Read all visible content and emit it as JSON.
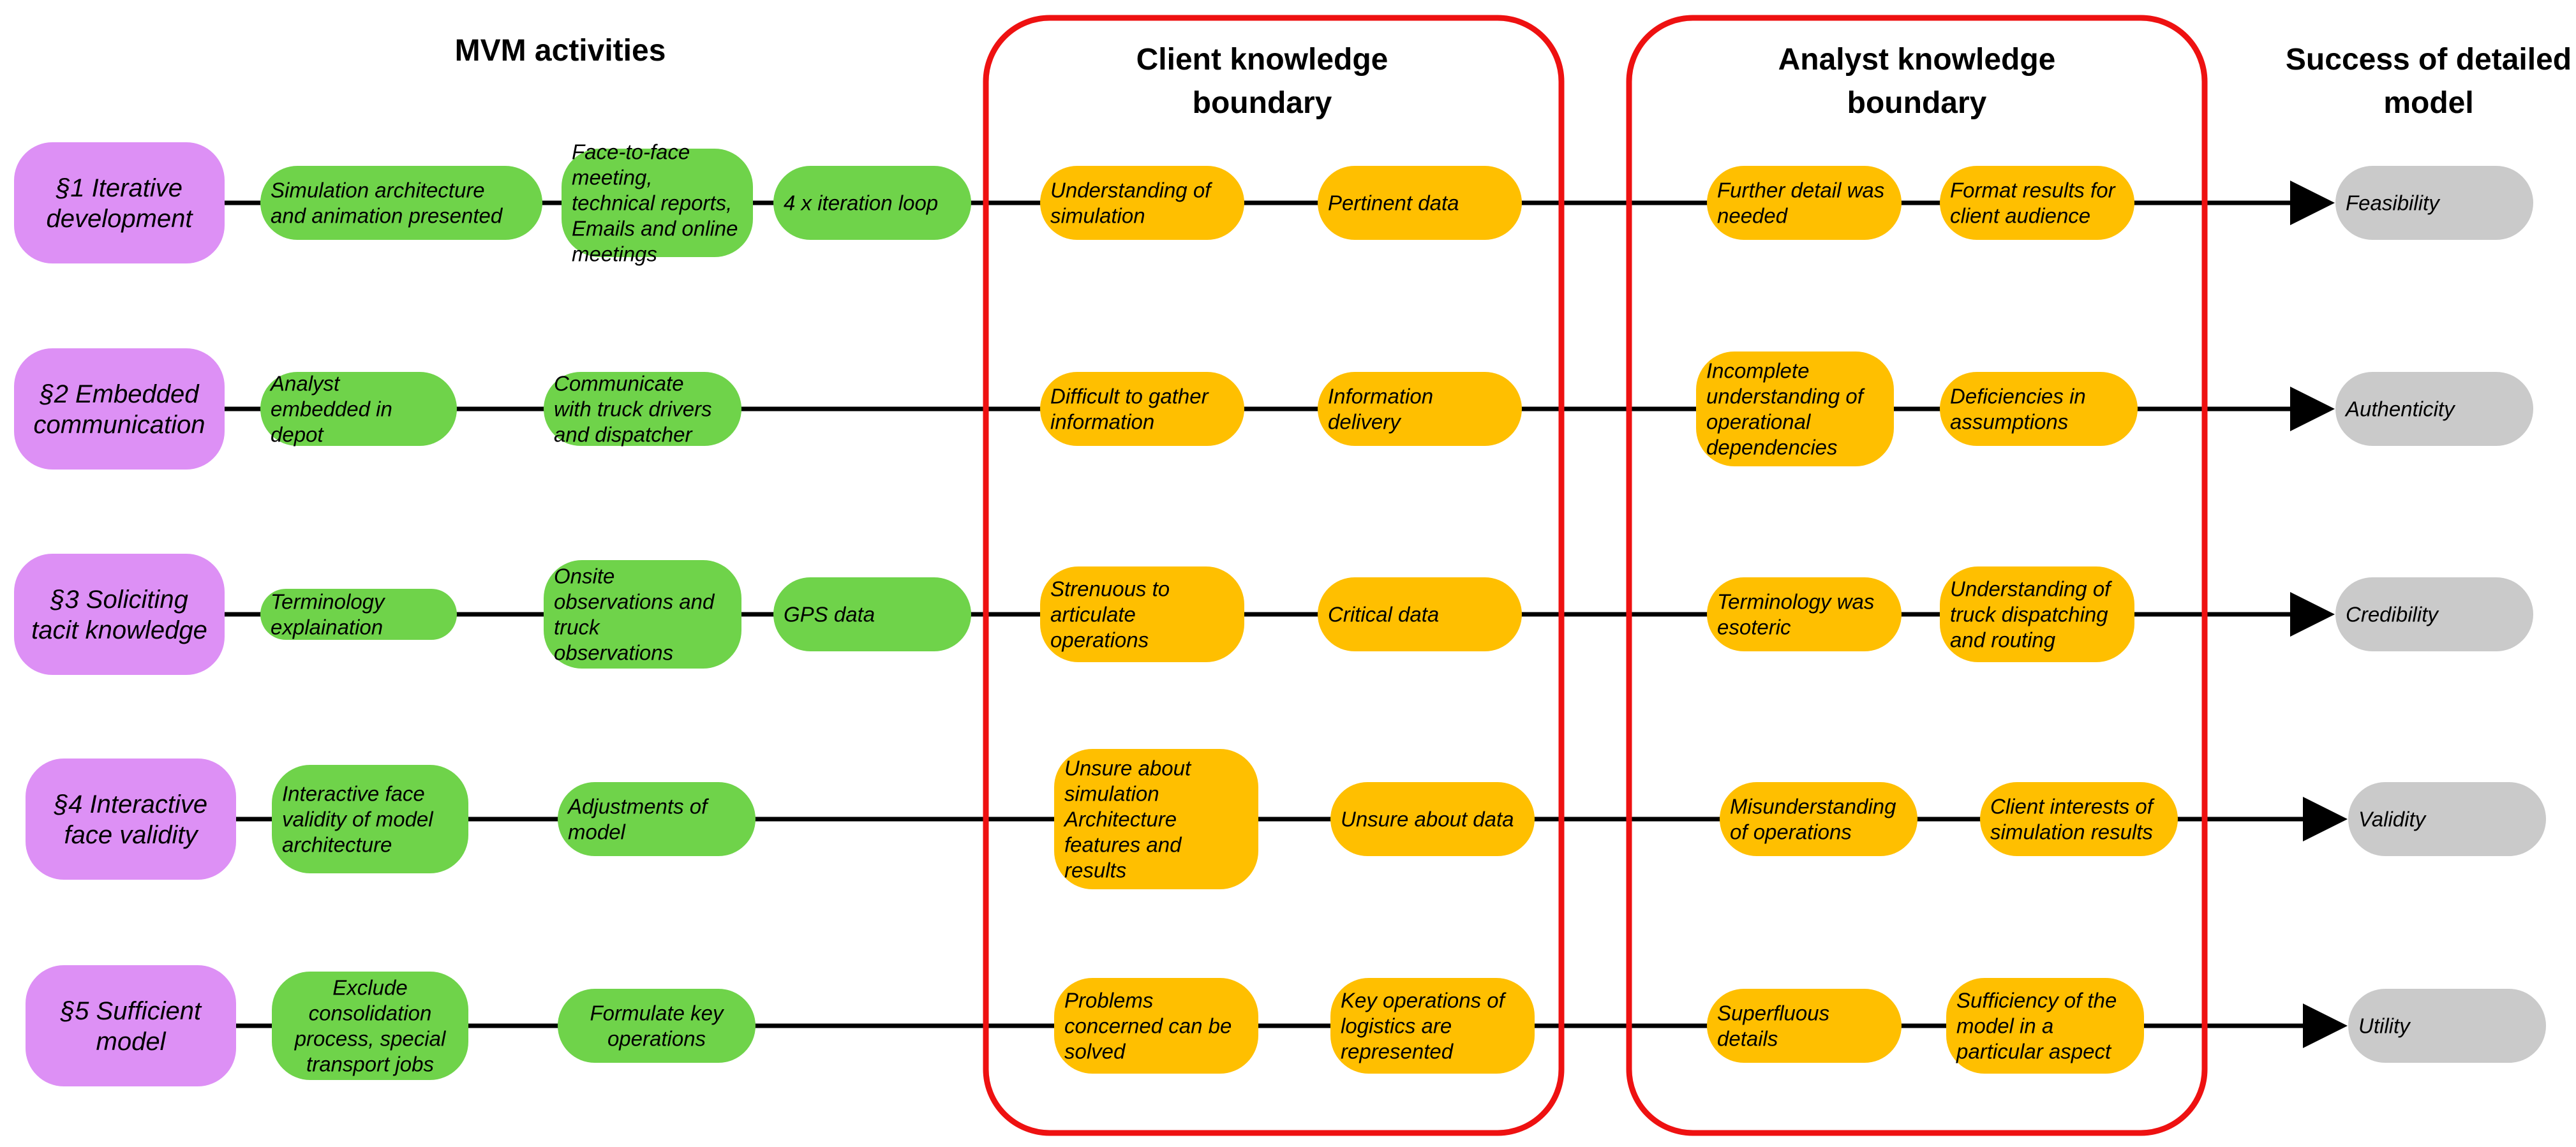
{
  "headers": {
    "mvm": "MVM activities",
    "client": [
      "Client knowledge",
      "boundary"
    ],
    "analyst": [
      "Analyst knowledge",
      "boundary"
    ],
    "success": [
      "Success of detailed",
      "model"
    ]
  },
  "rows": [
    {
      "label": [
        "§1 Iterative",
        "development"
      ],
      "activities": [
        [
          "Simulation architecture",
          "and animation presented"
        ],
        [
          "Face-to-face",
          "meeting,",
          "technical reports,",
          "Emails and online",
          "meetings"
        ],
        [
          "4 x iteration loop"
        ]
      ],
      "client": [
        [
          "Understanding of",
          "simulation"
        ],
        [
          "Pertinent data"
        ]
      ],
      "analyst": [
        [
          "Further detail was",
          "needed"
        ],
        [
          "Format results for",
          "client audience"
        ]
      ],
      "success": "Feasibility"
    },
    {
      "label": [
        "§2 Embedded",
        "communication"
      ],
      "activities": [
        [
          "Analyst",
          "embedded in",
          "depot"
        ],
        [
          "Communicate",
          "with truck drivers",
          "and dispatcher"
        ]
      ],
      "client": [
        [
          "Difficult to gather",
          "information"
        ],
        [
          "Information",
          "delivery"
        ]
      ],
      "analyst": [
        [
          "Incomplete",
          "understanding of",
          "operational",
          "dependencies"
        ],
        [
          "Deficiencies in",
          "assumptions"
        ]
      ],
      "success": "Authenticity"
    },
    {
      "label": [
        "§3 Soliciting",
        "tacit knowledge"
      ],
      "activities": [
        [
          "Terminology",
          "explaination"
        ],
        [
          "Onsite",
          "observations and",
          "truck",
          "observations"
        ],
        [
          "GPS data"
        ]
      ],
      "client": [
        [
          "Strenuous to",
          "articulate",
          "operations"
        ],
        [
          "Critical data"
        ]
      ],
      "analyst": [
        [
          "Terminology was",
          "esoteric"
        ],
        [
          "Understanding of",
          "truck dispatching",
          "and routing"
        ]
      ],
      "success": "Credibility"
    },
    {
      "label": [
        "§4 Interactive",
        "face validity"
      ],
      "activities": [
        [
          "Interactive face",
          "validity of model",
          "architecture"
        ],
        [
          "Adjustments of",
          "model"
        ]
      ],
      "client": [
        [
          "Unsure about",
          "simulation",
          "Architecture",
          "features and",
          "results"
        ],
        [
          "Unsure about data"
        ]
      ],
      "analyst": [
        [
          "Misunderstanding",
          "of operations"
        ],
        [
          "Client interests of",
          "simulation results"
        ]
      ],
      "success": "Validity"
    },
    {
      "label": [
        "§5 Sufficient",
        "model"
      ],
      "activities": [
        [
          "Exclude",
          "consolidation",
          "process, special",
          "transport jobs"
        ],
        [
          "Formulate key",
          "operations"
        ]
      ],
      "client": [
        [
          "Problems",
          "concerned can be",
          "solved"
        ],
        [
          "Key operations of",
          "logistics are",
          "represented"
        ]
      ],
      "analyst": [
        [
          "Superfluous",
          "details"
        ],
        [
          "Sufficiency of the",
          "model in a",
          "particular aspect"
        ]
      ],
      "success": "Utility"
    }
  ],
  "colors": {
    "label_fill": "#dd90f5",
    "activity_fill": "#6fd34a",
    "knowledge_fill": "#ffbf00",
    "success_fill": "#cacaca",
    "boundary_stroke": "#ee1111",
    "line": "#000000"
  }
}
